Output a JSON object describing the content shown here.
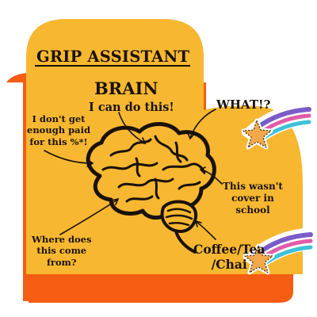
{
  "title": "GRIP ASSISTANT",
  "brain": {
    "heading": "BRAIN",
    "subheading": "I can do this!"
  },
  "thoughts": {
    "not_paid": [
      "I don't get",
      "enough paid",
      "for this %*!"
    ],
    "what": "WHAT!?",
    "school": [
      "This wasn't",
      "cover in",
      "school"
    ],
    "where": [
      "Where does",
      "this come",
      "from?"
    ],
    "coffee": [
      "Coffee/Tea",
      "/Chai"
    ]
  },
  "colors": {
    "background": "#ffffff",
    "panel": "#f7b731",
    "shadow": "#f45d12",
    "ink": "#1a1208",
    "star": "#f2a84b",
    "streak_purple": "#7a5cc8",
    "streak_pink": "#e15ba8",
    "streak_cyan": "#3cc1d7"
  }
}
